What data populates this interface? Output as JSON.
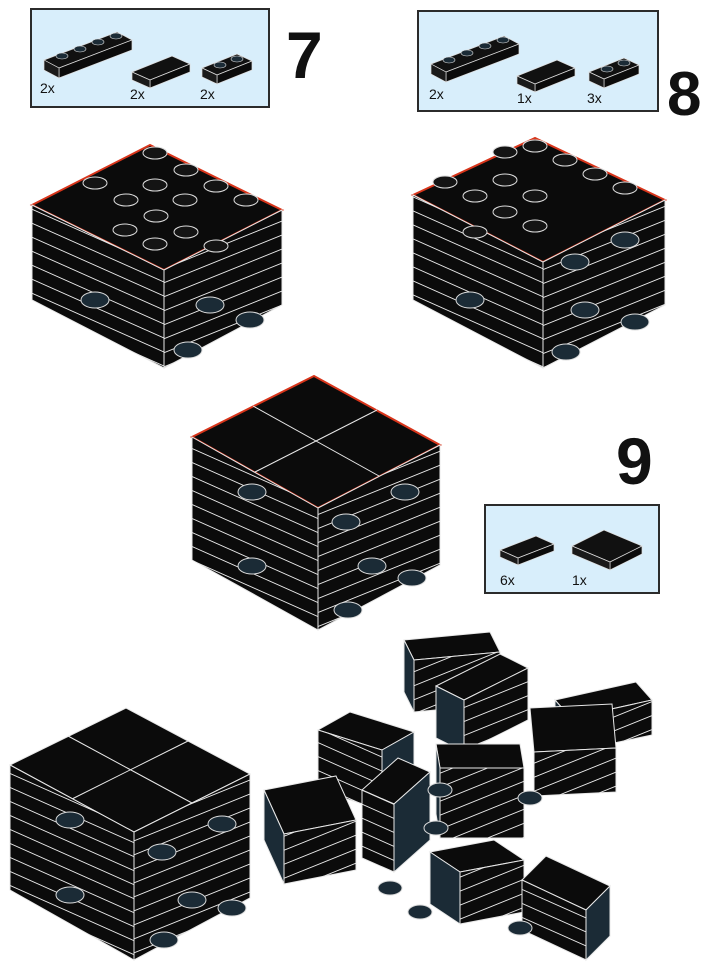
{
  "steps": [
    {
      "number": "7",
      "parts": [
        {
          "qty": "2x",
          "kind": "plate-1x4-jumper"
        },
        {
          "qty": "2x",
          "kind": "tile-1x2"
        },
        {
          "qty": "2x",
          "kind": "plate-1x2"
        }
      ]
    },
    {
      "number": "8",
      "parts": [
        {
          "qty": "2x",
          "kind": "plate-1x4-jumper"
        },
        {
          "qty": "1x",
          "kind": "tile-1x2"
        },
        {
          "qty": "3x",
          "kind": "plate-1x2"
        }
      ]
    },
    {
      "number": "9",
      "parts": [
        {
          "qty": "6x",
          "kind": "tile-1x2"
        },
        {
          "qty": "1x",
          "kind": "tile-2x2"
        }
      ]
    }
  ],
  "colors": {
    "brick": "#0b0b0b",
    "stud_side": "#1b2b36",
    "new_part_outline": "#d8351b",
    "callout_bg": "#d8eefb",
    "line": "#e8e8e8"
  }
}
